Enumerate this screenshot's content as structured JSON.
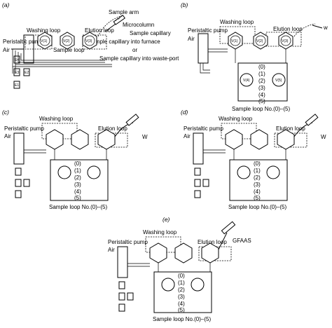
{
  "panels": {
    "a": {
      "letter": "(a)",
      "peristaltic_pump": "Peristaltic pump",
      "air": "Air",
      "washing_loop": "Washing loop",
      "sample_loop": "Sample loop",
      "elution_loop": "Elution loop",
      "sample_arm": "Sample arm",
      "microcolumn": "Microcolumn",
      "sample_capillary": "Sample capillary",
      "capillary_furnace": "Sample capillary into furnace",
      "or": "or",
      "capillary_waste": "Sample capillary into waste-port",
      "valves": [
        "V(1)",
        "V(2)",
        "V(3)"
      ],
      "bottles": [
        "E4",
        "E3",
        "E2",
        "E1"
      ]
    },
    "b": {
      "letter": "(b)",
      "washing_loop": "Washing loop",
      "peristaltic_pump": "Peristaltic pump",
      "air": "Air",
      "elution_loop": "Elution loop",
      "waste": "w",
      "valves": [
        "V(1)",
        "V(2)",
        "V(3)"
      ],
      "lower_valves": [
        "V(4)",
        "V(5)"
      ],
      "loop_numbers": [
        "(0)",
        "(1)",
        "(2)",
        "(3)",
        "(4)",
        "(5)"
      ],
      "sample_loop_no": "Sample loop No.(0)–(5)"
    },
    "c": {
      "letter": "(c)",
      "washing_loop": "Washing loop",
      "peristaltic_pump": "Peristaltic pump",
      "air": "Air",
      "elution_loop": "Elution loop",
      "waste": "W",
      "loop_numbers": [
        "(0)",
        "(1)",
        "(2)",
        "(3)",
        "(4)",
        "(5)"
      ],
      "sample_loop_no": "Sample loop No.(0)–(5)"
    },
    "d": {
      "letter": "(d)",
      "washing_loop": "Washing loop",
      "peristaltic_pump": "Peristaltic pump",
      "air": "Air",
      "elution_loop": "Elution loop",
      "waste": "W",
      "loop_numbers": [
        "(0)",
        "(1)",
        "(2)",
        "(3)",
        "(4)",
        "(5)"
      ],
      "sample_loop_no": "Sample loop No.(0)–(5)"
    },
    "e": {
      "letter": "(e)",
      "washing_loop": "Washing loop",
      "peristaltic_pump": "Peristaltic pump",
      "air": "Air",
      "elution_loop": "Elution loop",
      "gfaas": "GFAAS",
      "loop_numbers": [
        "(0)",
        "(1)",
        "(2)",
        "(3)",
        "(4)",
        "(5)"
      ],
      "sample_loop_no": "Sample loop No.(0)–(5)"
    }
  }
}
